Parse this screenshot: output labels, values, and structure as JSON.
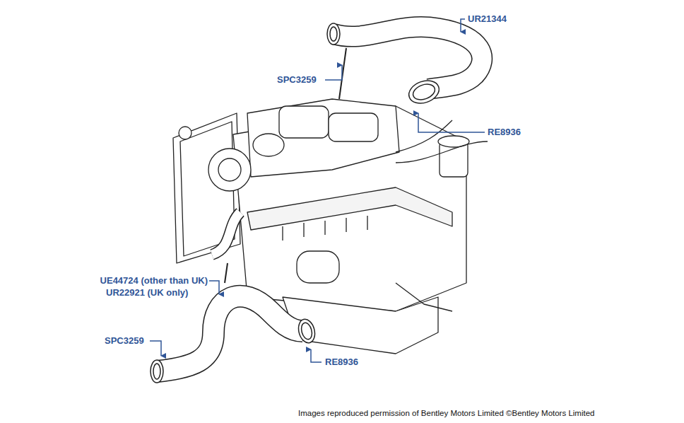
{
  "diagram": {
    "labels": [
      "UR21344",
      "SPC3259",
      "RE8936",
      "UE44724 (other than UK)",
      "UR22921 (UK only)",
      "SPC3259",
      "RE8936",
      "Images reproduced permission of Bentley Motors Limited ©Bentley Motors Limited"
    ]
  }
}
